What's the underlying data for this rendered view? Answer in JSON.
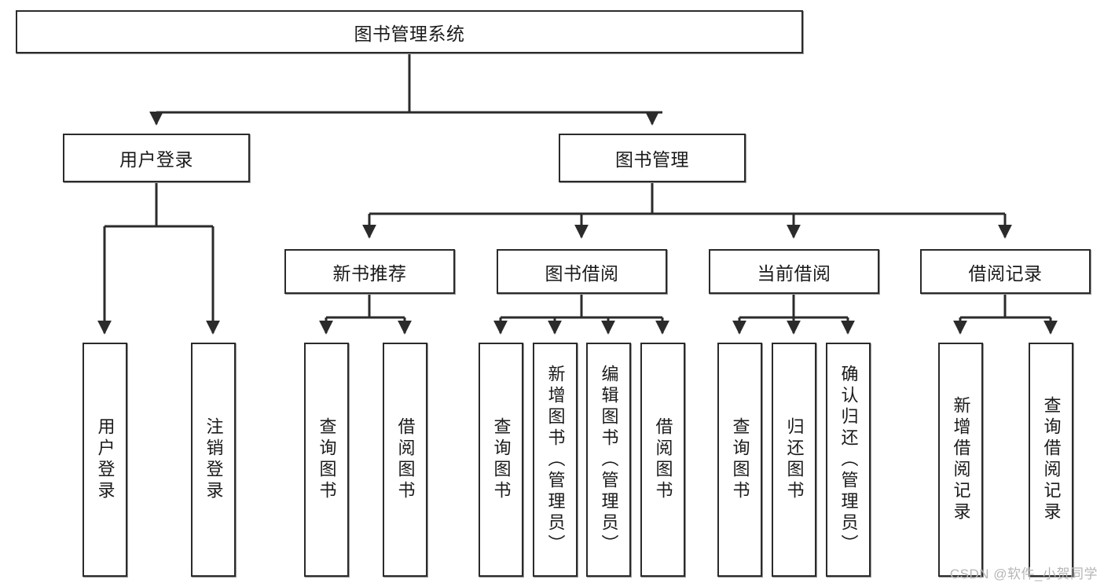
{
  "diagram": {
    "title": "图书管理系统",
    "type": "tree-hierarchy",
    "colors": {
      "box_border": "#2b2b2b",
      "box_fill": "#ffffff",
      "edge": "#2b2b2b",
      "text": "#1a1a1a",
      "watermark": "#b6b6b6",
      "background": "#ffffff"
    },
    "root": {
      "label": "图书管理系统"
    },
    "level2": [
      {
        "label": "用户登录"
      },
      {
        "label": "图书管理"
      }
    ],
    "level3": [
      {
        "label": "新书推荐"
      },
      {
        "label": "图书借阅"
      },
      {
        "label": "当前借阅"
      },
      {
        "label": "借阅记录"
      }
    ],
    "leaves": [
      {
        "label": "用户登录"
      },
      {
        "label": "注销登录"
      },
      {
        "label": "查询图书"
      },
      {
        "label": "借阅图书"
      },
      {
        "label": "查询图书"
      },
      {
        "label": "新增图书（管理员）"
      },
      {
        "label": "编辑图书（管理员）"
      },
      {
        "label": "借阅图书"
      },
      {
        "label": "查询图书"
      },
      {
        "label": "归还图书"
      },
      {
        "label": "确认归还（管理员）"
      },
      {
        "label": "新增借阅记录"
      },
      {
        "label": "查询借阅记录"
      }
    ]
  },
  "watermark": {
    "text": "CSDN @软件_小贺同学"
  }
}
